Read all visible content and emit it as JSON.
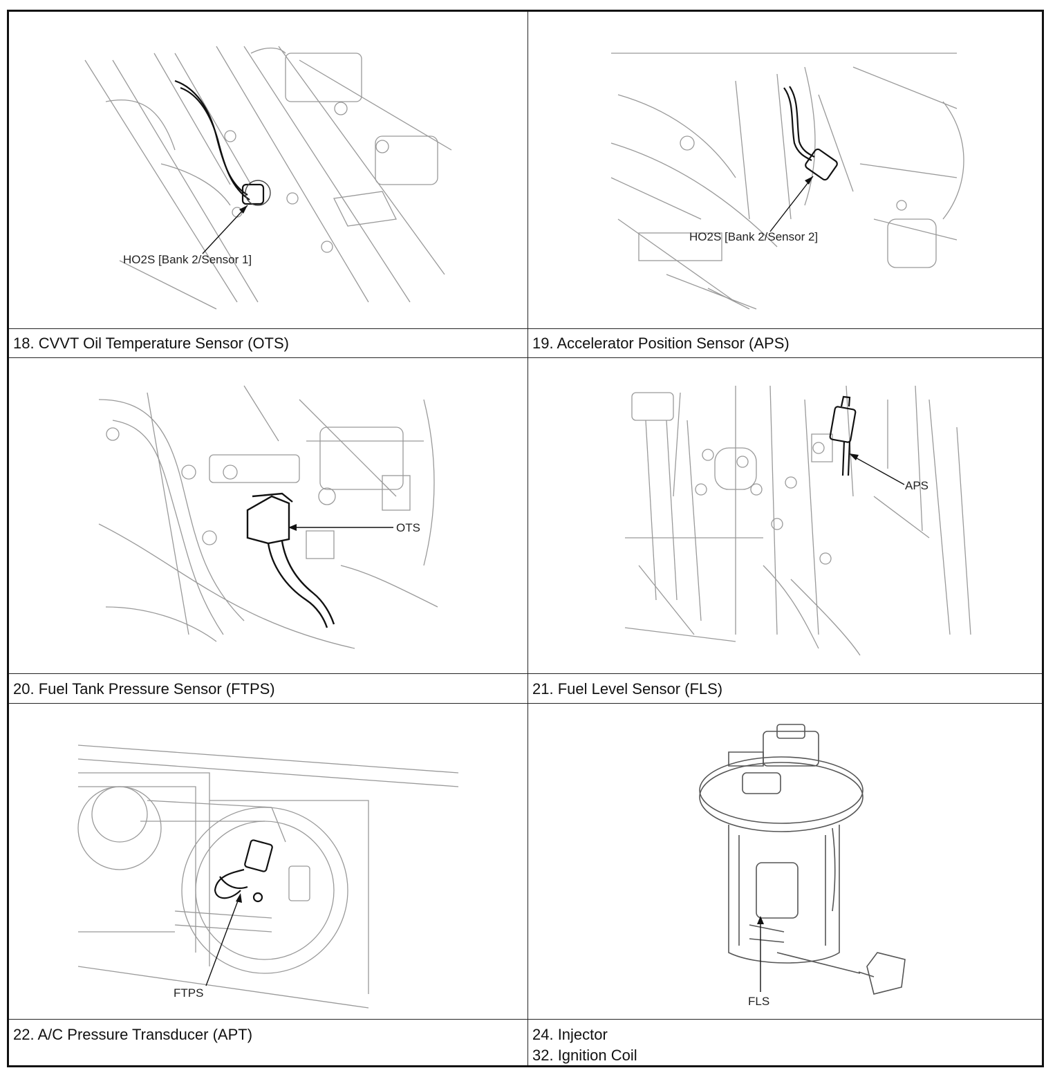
{
  "figures": [
    {
      "callout": "HO2S [Bank 2/Sensor 1]"
    },
    {
      "callout": "HO2S [Bank 2/Sensor 2]"
    },
    {
      "callout": "OTS"
    },
    {
      "callout": "APS"
    },
    {
      "callout": "FTPS"
    },
    {
      "callout": "FLS"
    }
  ],
  "captions": [
    [
      "18. CVVT Oil Temperature Sensor (OTS)"
    ],
    [
      "19. Accelerator Position Sensor (APS)"
    ],
    [
      "20. Fuel Tank Pressure Sensor (FTPS)"
    ],
    [
      "21. Fuel Level Sensor (FLS)"
    ],
    [
      "22. A/C Pressure Transducer (APT)"
    ],
    [
      "24. Injector",
      "32. Ignition Coil"
    ]
  ]
}
